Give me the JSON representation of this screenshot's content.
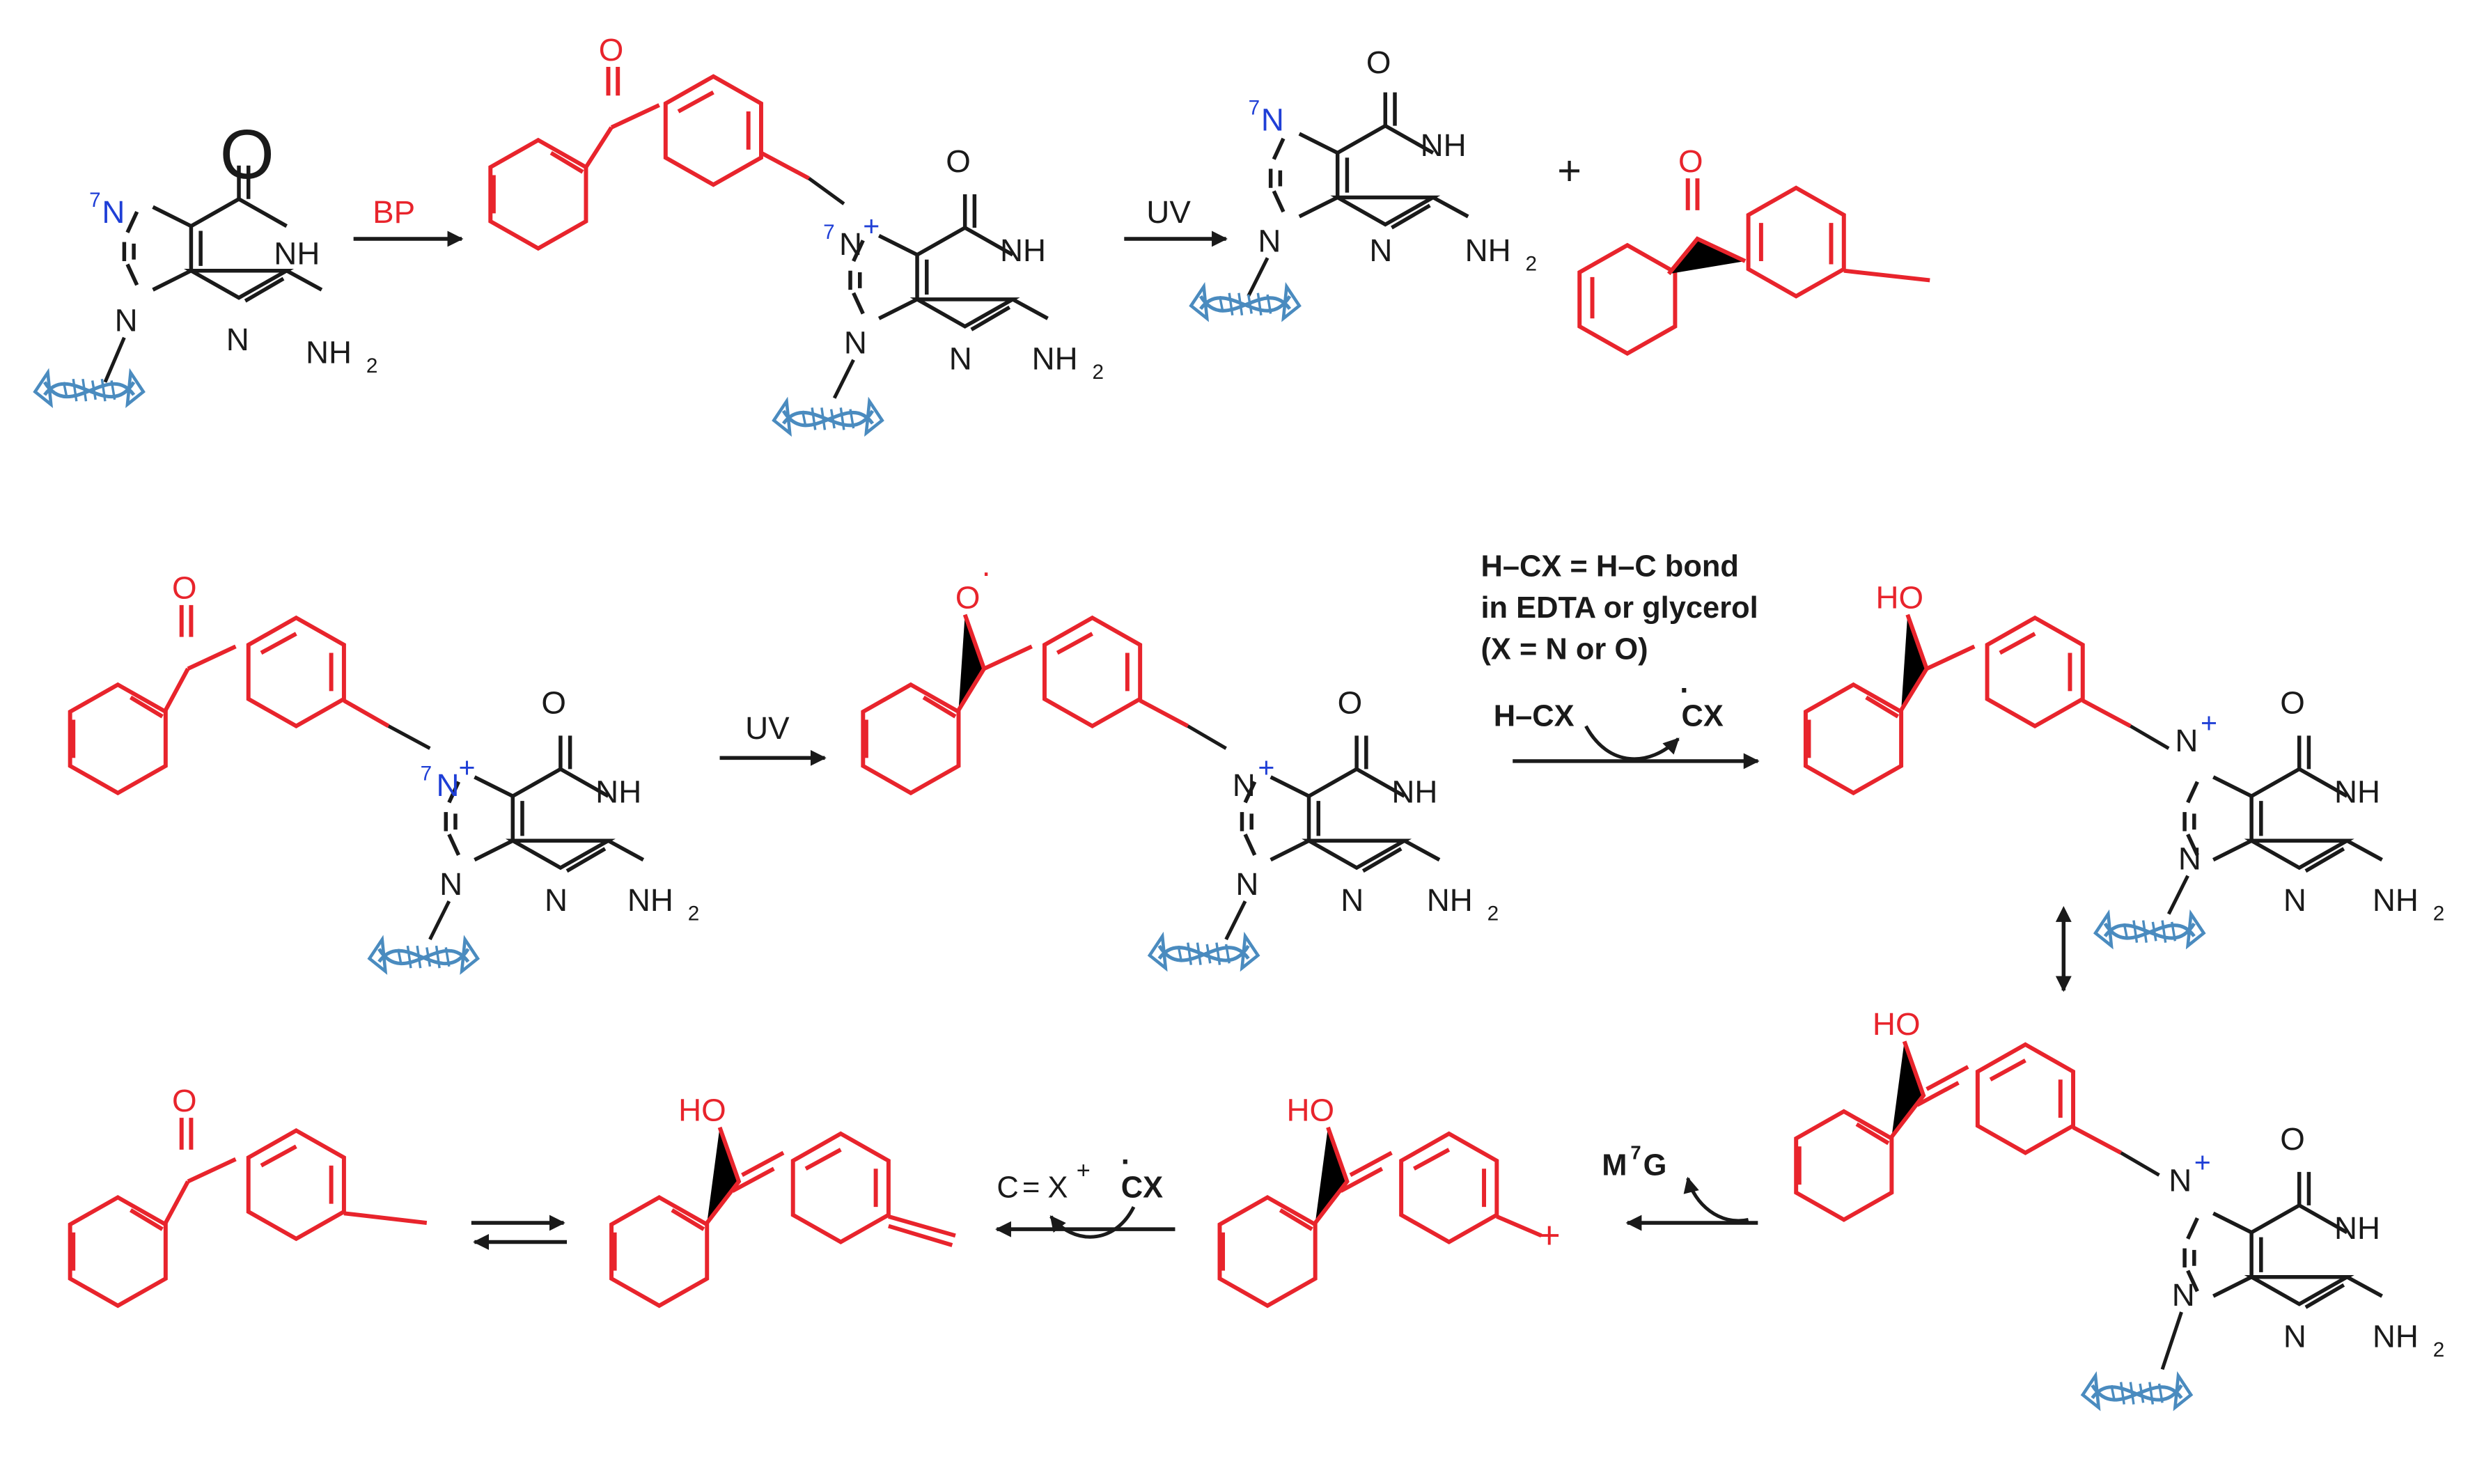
{
  "colors": {
    "guanine": "#1a1a1a",
    "benzophenone": "#e8242c",
    "n7_label": "#1f3fd6",
    "dna": "#4a8bbf",
    "arrow": "#1a1a1a"
  },
  "icons": [
    "dna-backbone-icon",
    "reaction-arrow",
    "resonance-arrow",
    "equilibrium-arrow",
    "curved-arrow"
  ],
  "atoms": {
    "O": "O",
    "NH": "NH",
    "N": "N",
    "NH2_base": "NH",
    "sub2": "2",
    "HO": "HO",
    "CX": "CX",
    "CX_dot": "·",
    "HCX": "H–CX",
    "seven": "7",
    "plus": "+",
    "CeqX": "C",
    "eq": "=",
    "X": "X",
    "M": "M",
    "G": "G"
  },
  "reagents": {
    "bp": "BP",
    "uv_top": "UV",
    "uv_mid": "UV",
    "plus_top": "+",
    "note_line1": "H–CX = H–C bond",
    "note_line2": "in EDTA or glycerol",
    "note_line3": "(X = N or O)"
  }
}
